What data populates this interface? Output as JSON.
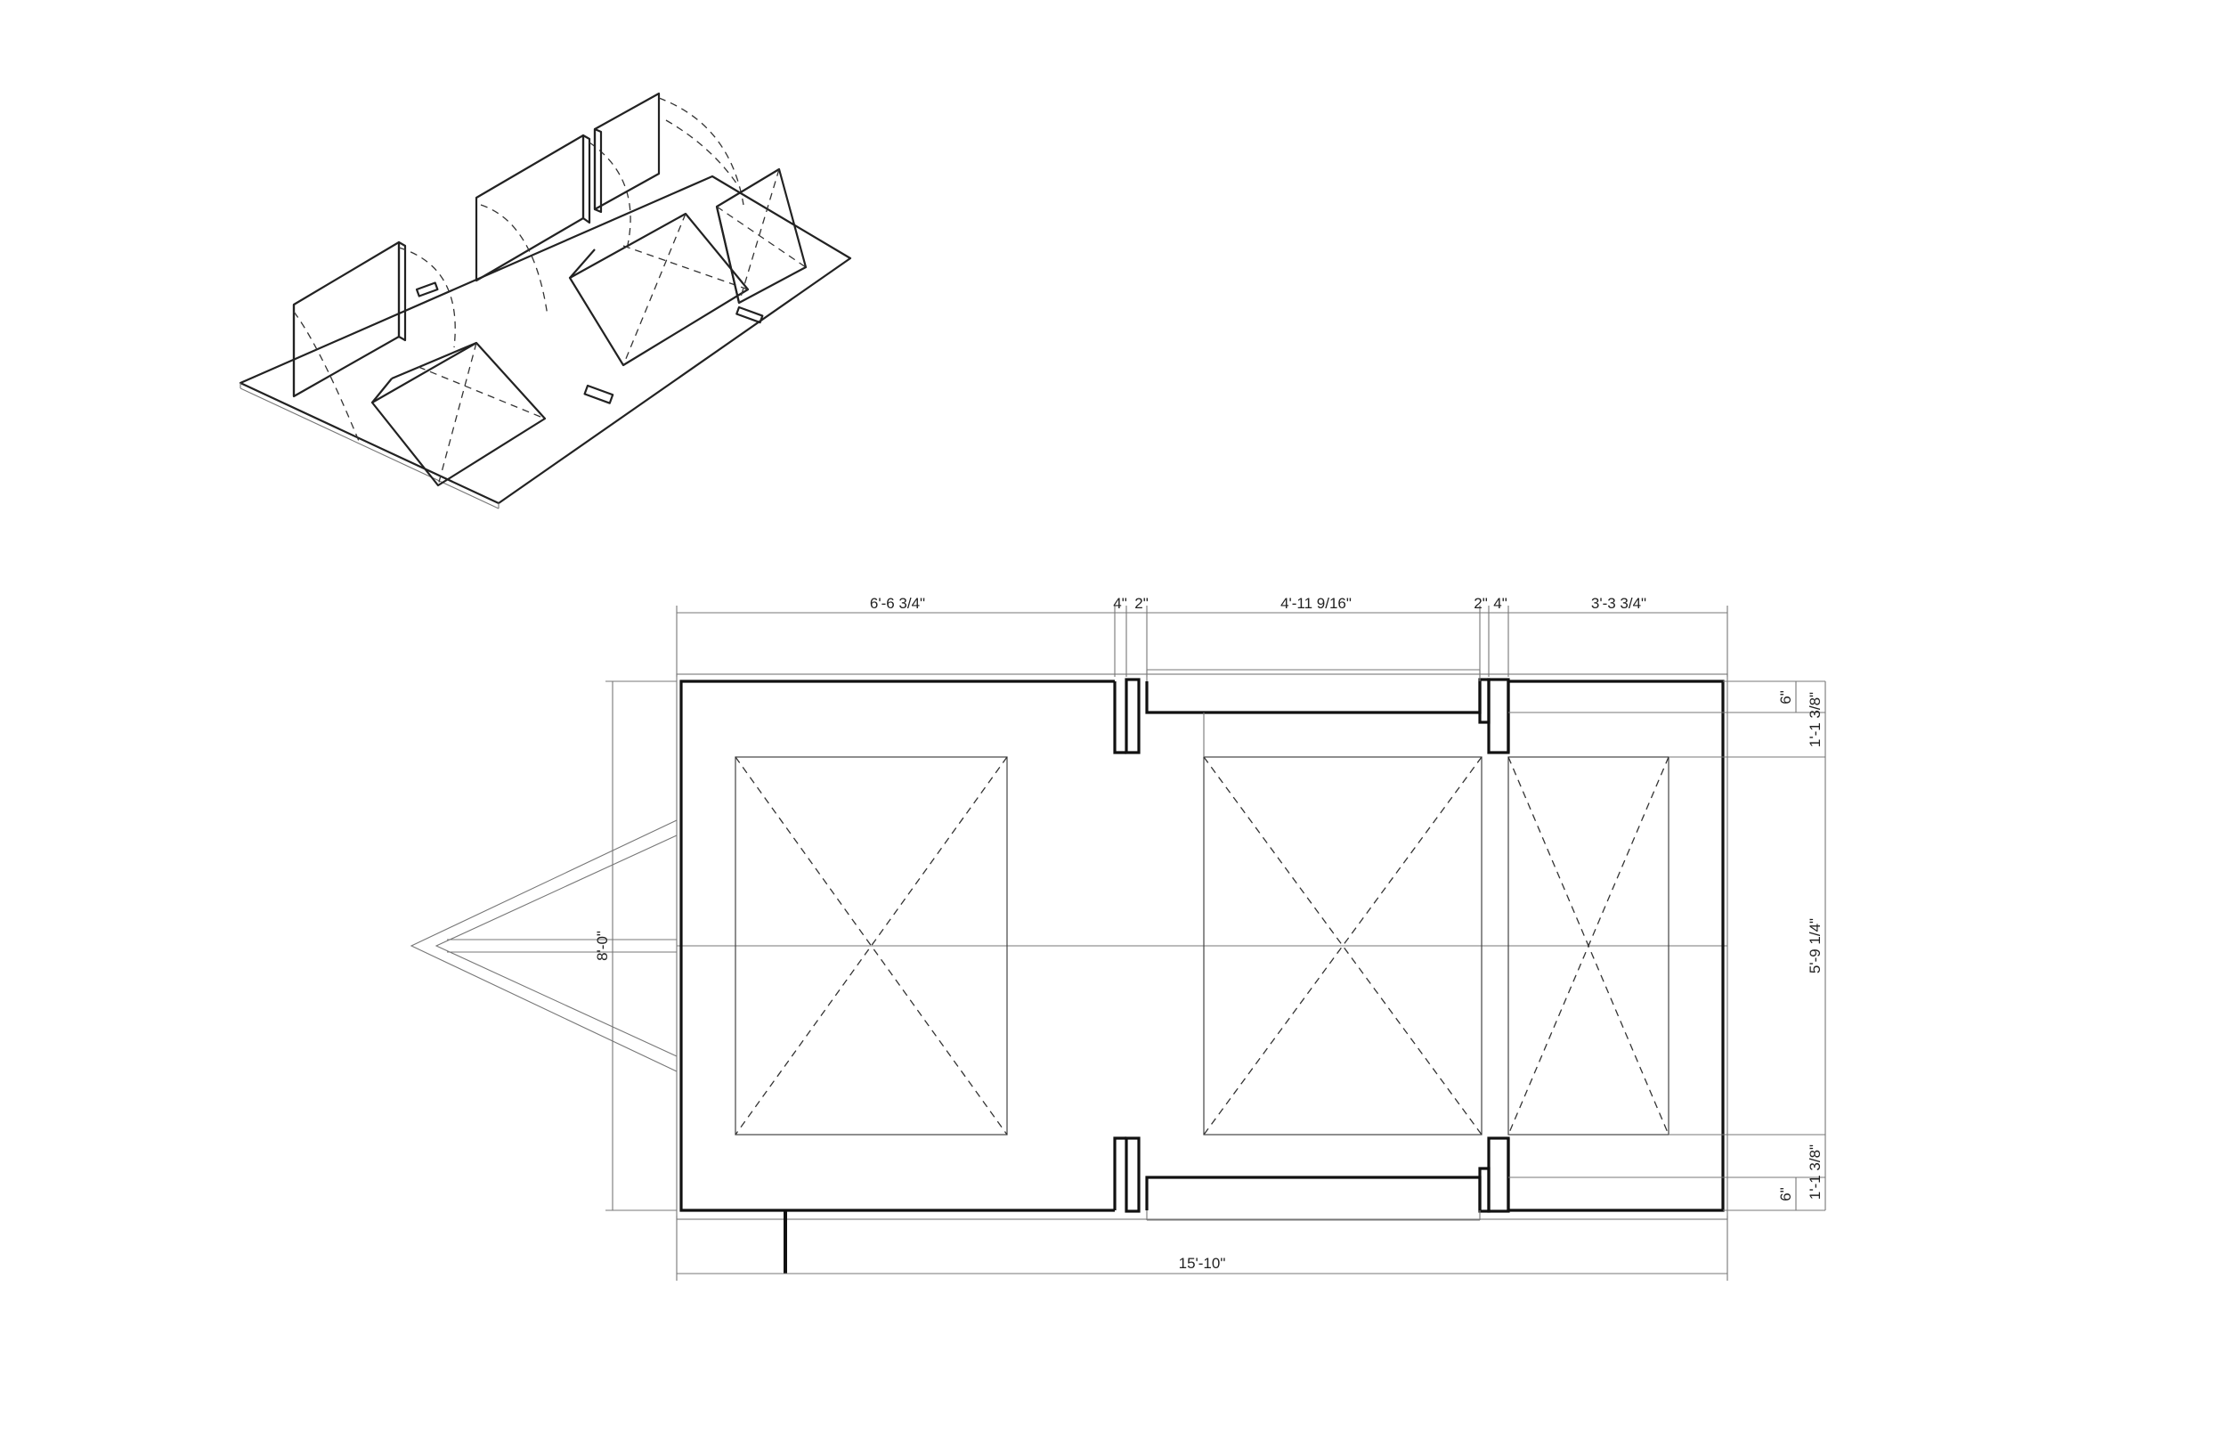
{
  "dimensions": {
    "top": [
      "6'-6 3/4\"",
      "4\"",
      "2\"",
      "4'-11 9/16\"",
      "2\"",
      "4\"",
      "3'-3 3/4\""
    ],
    "bottom_total": "15'-10\"",
    "left_height": "8'-0\"",
    "right": [
      "6\"",
      "1'-1 3/8\"",
      "5'-9 1/4\"",
      "1'-1 3/8\"",
      "6\""
    ]
  }
}
